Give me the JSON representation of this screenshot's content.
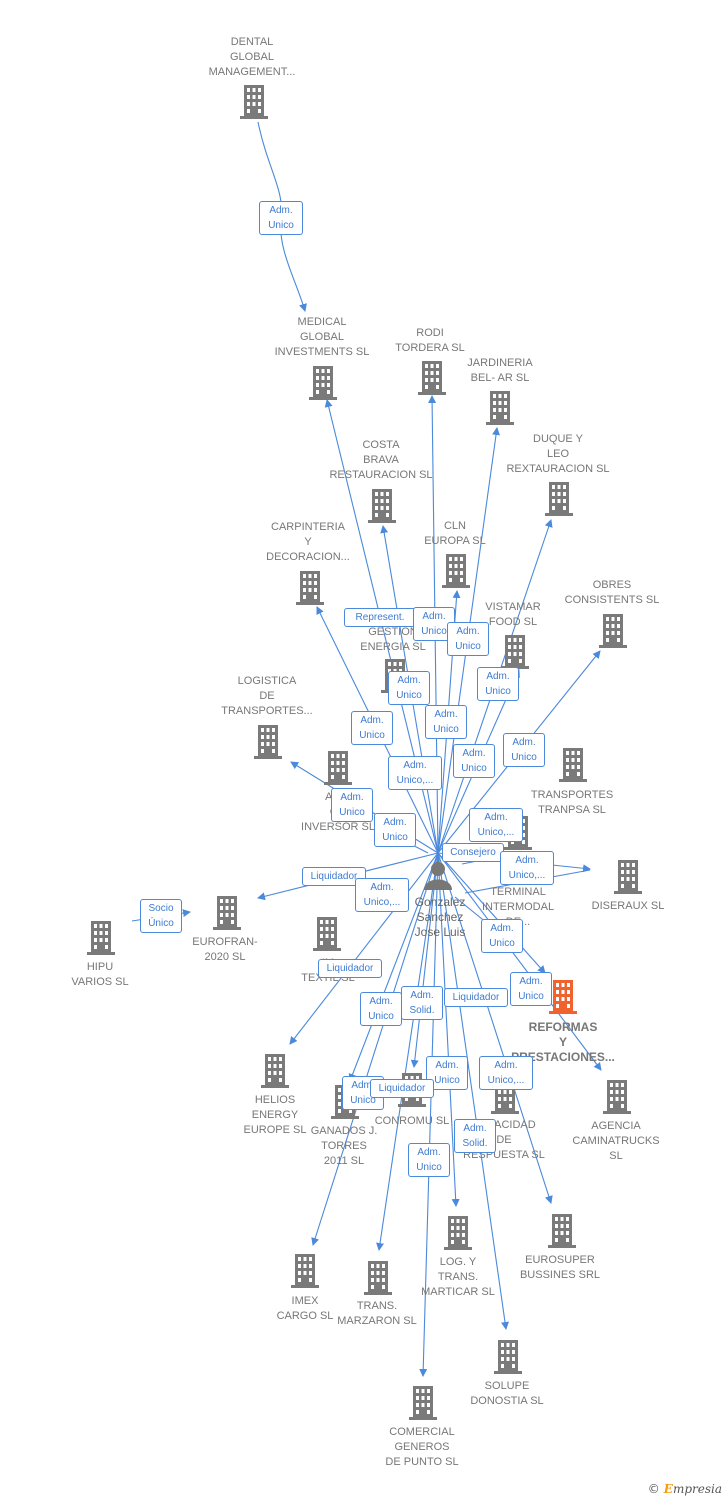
{
  "colors": {
    "edge": "#4a89dc",
    "company": "#7a7a7a",
    "main_company": "#f0622e",
    "person": "#777777"
  },
  "person": {
    "label": "Gonzalez\nSanchez\nJose Luis",
    "icon": "person-icon"
  },
  "companies": [
    {
      "id": "dental",
      "label": "DENTAL\nGLOBAL\nMANAGEMENT..."
    },
    {
      "id": "medical",
      "label": "MEDICAL\nGLOBAL\nINVESTMENTS SL"
    },
    {
      "id": "rodi",
      "label": "RODI\nTORDERA SL"
    },
    {
      "id": "jardineria",
      "label": "JARDINERIA\nBEL- AR SL"
    },
    {
      "id": "costa",
      "label": "COSTA\nBRAVA\nRESTAURACION SL"
    },
    {
      "id": "duque",
      "label": "DUQUE Y\nLEO\nREXTAURACION SL"
    },
    {
      "id": "carpinteria",
      "label": "CARPINTERIA\nY\nDECORACION..."
    },
    {
      "id": "cln",
      "label": "CLN\nEUROPA SL"
    },
    {
      "id": "vistamar",
      "label": "VISTAMAR\nFOOD SL"
    },
    {
      "id": "obres",
      "label": "OBRES\nCONSISTENTS SL"
    },
    {
      "id": "gestion",
      "label": "GESTION\nENERGIA SL"
    },
    {
      "id": "logistica",
      "label": "LOGISTICA\nDE\nTRANSPORTES..."
    },
    {
      "id": "transportes",
      "label": "TRANSPORTES\nTRANPSA SL"
    },
    {
      "id": "anv",
      "label": "AN V\nGR\nINVERSOR SL"
    },
    {
      "id": "diseraux",
      "label": "DISERAUX SL"
    },
    {
      "id": "terminal",
      "label": "TERMINAL\nINTERMODAL\nDE..."
    },
    {
      "id": "hipu",
      "label": "HIPU\nVARIOS SL"
    },
    {
      "id": "eurofran",
      "label": "EUROFRAN-\n2020 SL"
    },
    {
      "id": "imtextil",
      "label": "IM\nTEXTIL SL"
    },
    {
      "id": "reformas",
      "label": "REFORMAS\nY\nPRESTACIONES..."
    },
    {
      "id": "helios",
      "label": "HELIOS\nENERGY\nEUROPE SL"
    },
    {
      "id": "ganados",
      "label": "GANADOS J.\nTORRES\n2011 SL"
    },
    {
      "id": "conromu",
      "label": "CONROMU SL"
    },
    {
      "id": "capacidad",
      "label": "CAPACIDAD\nDE\nRESPUESTA SL"
    },
    {
      "id": "agencia",
      "label": "AGENCIA\nCAMINATRUCKS\nSL"
    },
    {
      "id": "eurosuper",
      "label": "EUROSUPER\nBUSSINES SRL"
    },
    {
      "id": "log",
      "label": "LOG. Y\nTRANS.\nMARTICAR SL"
    },
    {
      "id": "imex",
      "label": "IMEX\nCARGO SL"
    },
    {
      "id": "trans",
      "label": "TRANS.\nMARZARON SL"
    },
    {
      "id": "solupe",
      "label": "SOLUPE\nDONOSTIA SL"
    },
    {
      "id": "comercial",
      "label": "COMERCIAL\nGENEROS\nDE PUNTO SL"
    }
  ],
  "roles": [
    {
      "id": "r1",
      "label": "Adm.\nUnico"
    },
    {
      "id": "r2",
      "label": "Represent."
    },
    {
      "id": "r3",
      "label": "Adm.\nUnico"
    },
    {
      "id": "r4",
      "label": "Adm.\nUnico"
    },
    {
      "id": "r5",
      "label": "Adm.\nUnico"
    },
    {
      "id": "r6",
      "label": "Adm.\nUnico"
    },
    {
      "id": "r7",
      "label": "Adm.\nUnico"
    },
    {
      "id": "r8",
      "label": "Adm.\nUnico"
    },
    {
      "id": "r9",
      "label": "Adm.\nUnico"
    },
    {
      "id": "r10",
      "label": "Adm.\nUnico,..."
    },
    {
      "id": "r11",
      "label": "Adm.\nUnico"
    },
    {
      "id": "r12",
      "label": "Adm.\nUnico"
    },
    {
      "id": "r13",
      "label": "Adm.\nUnico"
    },
    {
      "id": "r14",
      "label": "Adm.\nUnico,..."
    },
    {
      "id": "r15",
      "label": "Consejero"
    },
    {
      "id": "r16",
      "label": "Adm.\nUnico,..."
    },
    {
      "id": "r17",
      "label": "Liquidador"
    },
    {
      "id": "r18",
      "label": "Adm.\nUnico,..."
    },
    {
      "id": "r19",
      "label": "Socio\nÚnico"
    },
    {
      "id": "r20",
      "label": "Adm.\nUnico"
    },
    {
      "id": "r21",
      "label": "Liquidador"
    },
    {
      "id": "r22",
      "label": "Adm.\nUnico"
    },
    {
      "id": "r23",
      "label": "Adm.\nUnico"
    },
    {
      "id": "r24",
      "label": "Adm.\nSolid."
    },
    {
      "id": "r25",
      "label": "Liquidador"
    },
    {
      "id": "r26",
      "label": "Adm.\nUnico"
    },
    {
      "id": "r27",
      "label": "Adm.\nUnico,..."
    },
    {
      "id": "r28",
      "label": "Adm.\nUnico"
    },
    {
      "id": "r29",
      "label": "Liquidador"
    },
    {
      "id": "r30",
      "label": "Adm.\nSolid."
    },
    {
      "id": "r31",
      "label": "Adm.\nUnico"
    }
  ],
  "footer": {
    "copyright": "©",
    "brand_first": "E",
    "brand_rest": "mpresia"
  }
}
